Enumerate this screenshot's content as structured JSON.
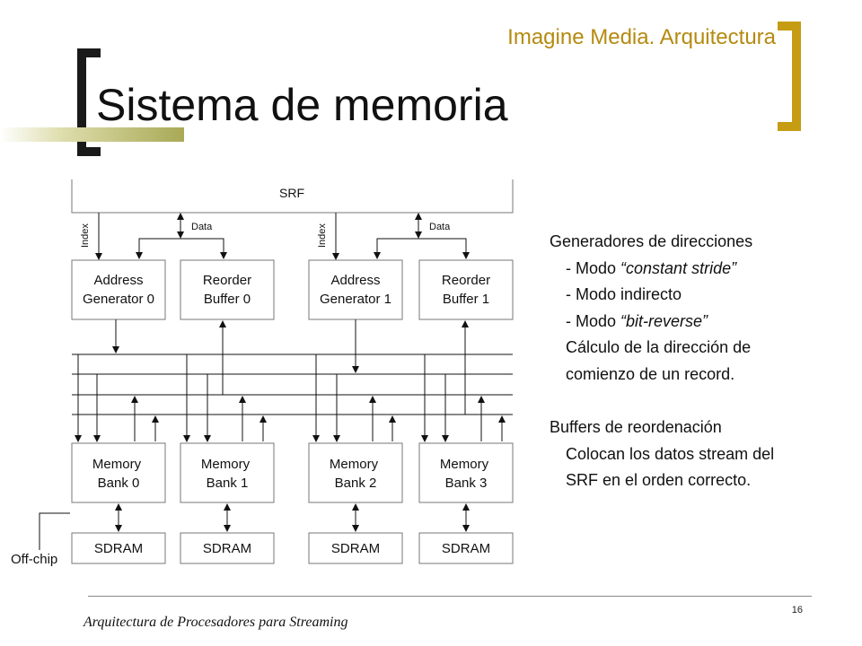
{
  "header": {
    "subtitle": "Imagine Media. Arquitectura",
    "title": "Sistema de memoria"
  },
  "diagram": {
    "srf": "SRF",
    "index_label": "Index",
    "data_label": "Data",
    "address_generators": [
      {
        "line1": "Address",
        "line2": "Generator 0"
      },
      {
        "line1": "Address",
        "line2": "Generator 1"
      }
    ],
    "reorder_buffers": [
      {
        "line1": "Reorder",
        "line2": "Buffer 0"
      },
      {
        "line1": "Reorder",
        "line2": "Buffer 1"
      }
    ],
    "memory_banks": [
      {
        "line1": "Memory",
        "line2": "Bank 0"
      },
      {
        "line1": "Memory",
        "line2": "Bank 1"
      },
      {
        "line1": "Memory",
        "line2": "Bank 2"
      },
      {
        "line1": "Memory",
        "line2": "Bank 3"
      }
    ],
    "sdram": [
      "SDRAM",
      "SDRAM",
      "SDRAM",
      "SDRAM"
    ],
    "off_chip": "Off-chip"
  },
  "bullets": {
    "gen_title": "Generadores de direcciones",
    "gen_item1_prefix": "- Modo ",
    "gen_item1_em": "“constant stride”",
    "gen_item2": "- Modo indirecto",
    "gen_item3_prefix": "- Modo ",
    "gen_item3_em": "“bit-reverse”",
    "gen_calc1": "Cálculo de la dirección de",
    "gen_calc2": "comienzo de un record.",
    "buf_title": "Buffers de reordenación",
    "buf_desc1": "Colocan los datos stream del",
    "buf_desc2": "SRF en el orden correcto."
  },
  "footer": {
    "text": "Arquitectura de Procesadores para Streaming",
    "page": "16"
  }
}
